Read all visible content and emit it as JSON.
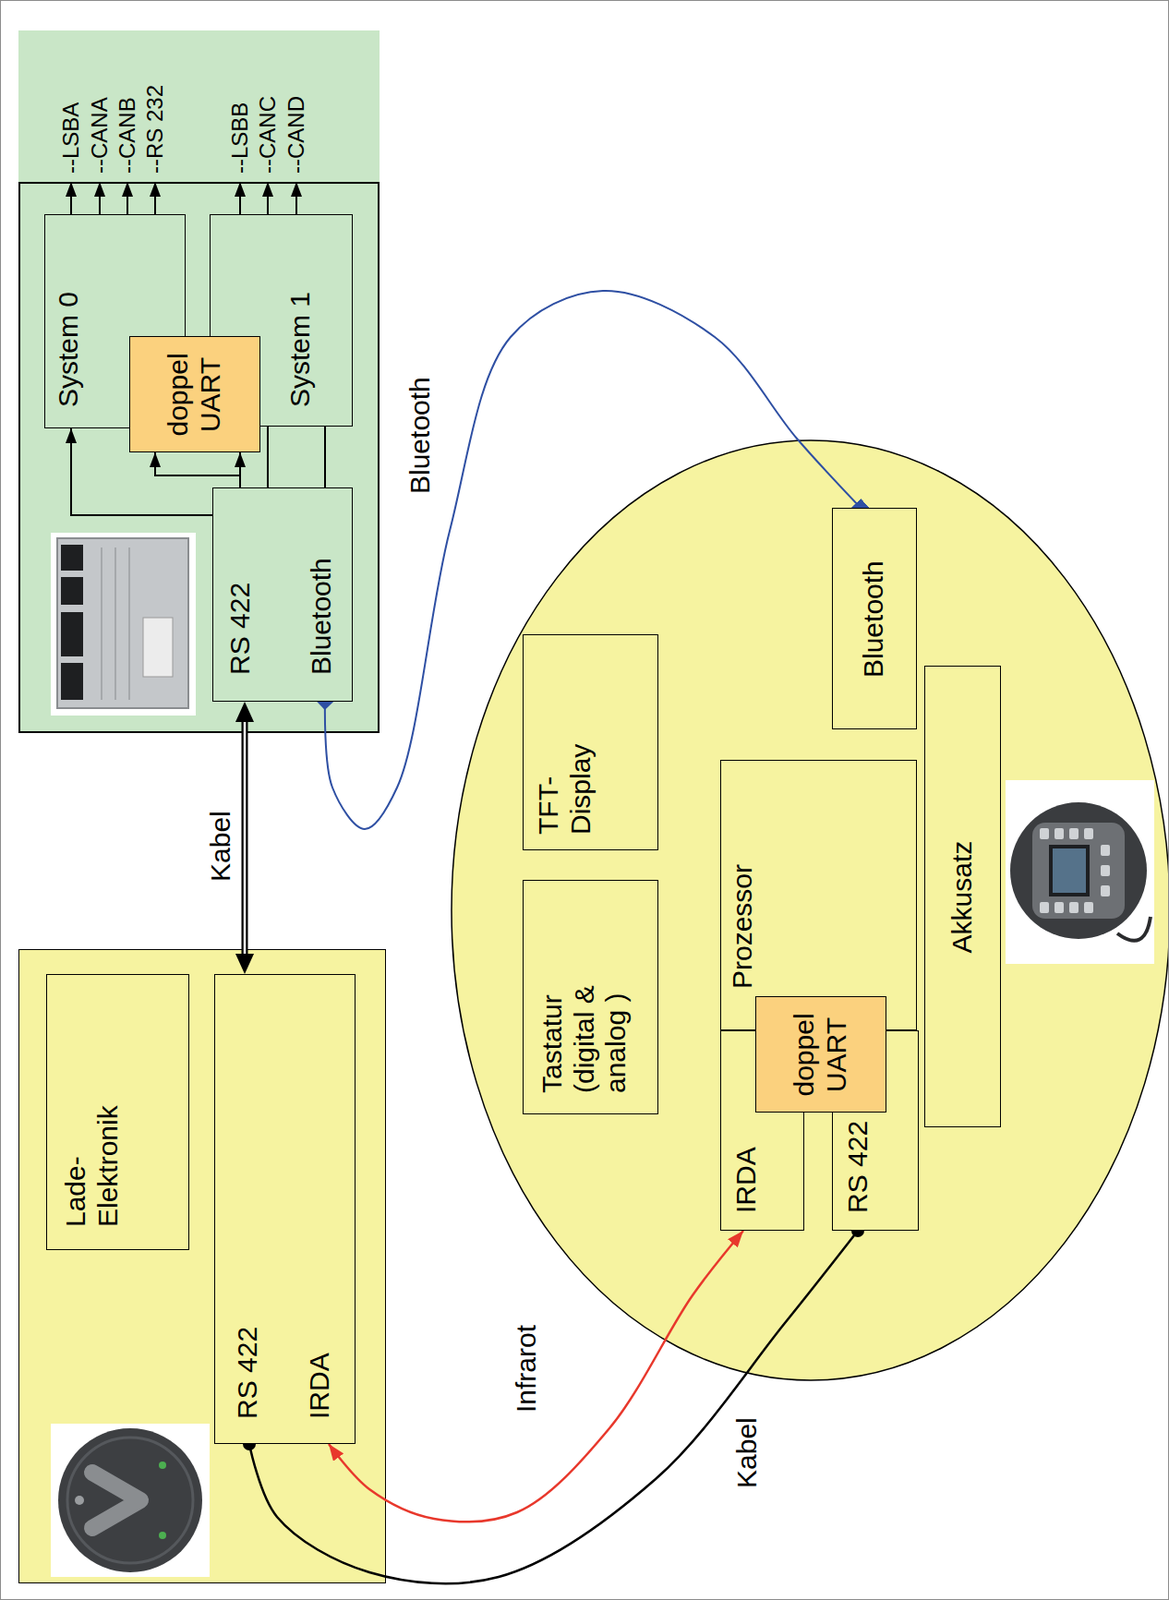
{
  "diagram": {
    "nodes": [
      {
        "text": []
      },
      {
        "text": [
          "System 0"
        ],
        "in": 0
      },
      {
        "text": [
          "doppel UART"
        ],
        "in": 0
      },
      {
        "text": [
          "System 1"
        ],
        "in": 0
      },
      {
        "text": [
          "RS 422",
          "Bluetooth"
        ],
        "in": 0
      },
      {
        "text": []
      },
      {
        "text": [
          "Lade- Elektronik"
        ],
        "in": 5
      },
      {
        "text": [
          "RS 422",
          "IRDA"
        ],
        "in": 5
      },
      {
        "text": []
      },
      {
        "text": [
          "Tastatur (digital & analog )"
        ],
        "in": 8
      },
      {
        "text": [
          "TFT- Display"
        ],
        "in": 8
      },
      {
        "text": [
          "Prozessor"
        ],
        "in": 8
      },
      {
        "text": [
          "doppel UART"
        ],
        "in": 8
      },
      {
        "text": [
          "IRDA"
        ],
        "in": 8
      },
      {
        "text": [
          "RS 422"
        ],
        "in": 8
      },
      {
        "text": [
          "Akkusatz"
        ],
        "in": 8
      },
      {
        "text": [
          "Bluetooth"
        ],
        "in": 8
      }
    ],
    "edges": [
      {
        "from": 4,
        "to": 7,
        "label": "Kabel",
        "arrow": "both"
      },
      {
        "from": 16,
        "to": 4,
        "label": "Bluetooth",
        "arrow": "none"
      },
      {
        "from": 7,
        "to": 13,
        "label": "Infrarot",
        "arrow": "both"
      },
      {
        "from": 7,
        "to": 14,
        "label": "Kabel",
        "arrow": "none"
      },
      {
        "from": 4,
        "to": 1,
        "arrow": "to"
      },
      {
        "from": 4,
        "to": 2,
        "arrow": "to"
      },
      {
        "from": 4,
        "to": 3,
        "arrow": "none"
      }
    ],
    "labels": [
      "--LSBA",
      "--CANA",
      "--CANB",
      "--RS 232",
      "--LSBB",
      "--CANC",
      "--CAND"
    ]
  }
}
